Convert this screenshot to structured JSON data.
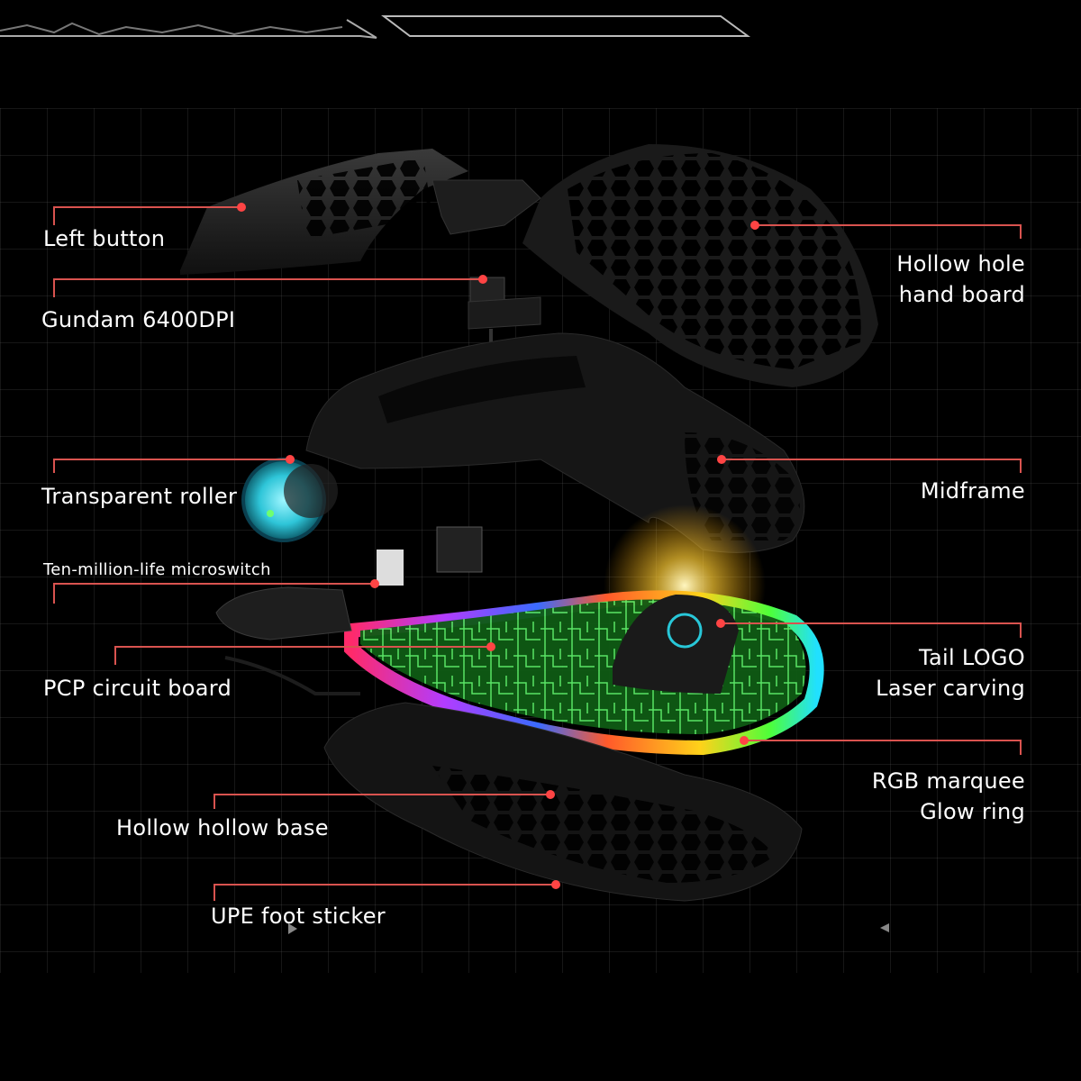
{
  "callouts": {
    "left_button": "Left button",
    "gundam": "Gundam 6400DPI",
    "roller": "Transparent roller",
    "microswitch": "Ten-million-life microswitch",
    "pcb": "PCP circuit board",
    "base": "Hollow hollow base",
    "foot": "UPE foot sticker",
    "hand_board_1": "Hollow hole",
    "hand_board_2": "hand board",
    "midframe": "Midframe",
    "logo_1": "Tail LOGO",
    "logo_2": "Laser carving",
    "rgb_1": "RGB marquee",
    "rgb_2": "Glow ring"
  },
  "colors": {
    "background": "#000000",
    "leader_line": "#d9534f",
    "leader_dot": "#ff4444",
    "label_text": "#ffffff"
  },
  "icons": [
    "play-arrow-icon",
    "back-arrow-icon"
  ]
}
